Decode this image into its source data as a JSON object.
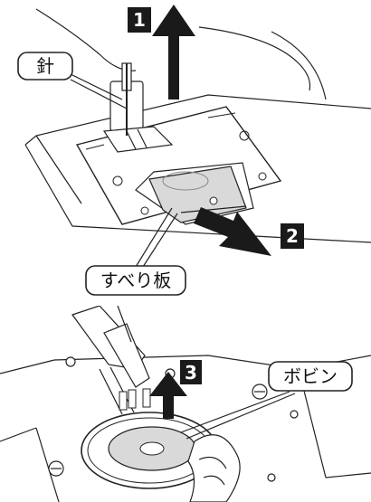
{
  "figure_top": {
    "steps": [
      {
        "number": "1",
        "direction": "up"
      },
      {
        "number": "2",
        "direction": "down-right"
      }
    ],
    "callouts": [
      {
        "text": "針"
      },
      {
        "text": "すべり板"
      }
    ]
  },
  "figure_bottom": {
    "steps": [
      {
        "number": "3",
        "direction": "up"
      }
    ],
    "callouts": [
      {
        "text": "ボビン"
      }
    ]
  },
  "colors": {
    "line": "#222222",
    "arrow": "#1a1a1a",
    "plate_shade": "#d9d9d9",
    "step_badge": "#1a1a1a"
  }
}
